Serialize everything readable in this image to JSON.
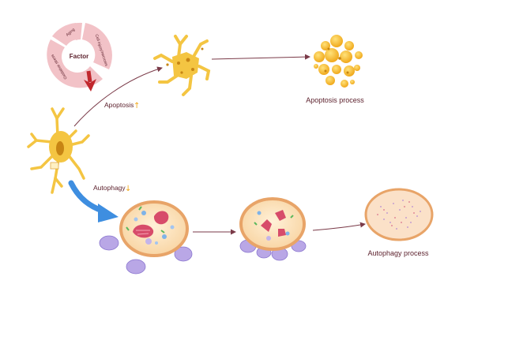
{
  "factor": {
    "center_label": "Factor",
    "segments": [
      "Aging",
      "Cell injury/necrosis",
      "Oxidative stress"
    ]
  },
  "pathways": {
    "apoptosis": {
      "label": "Apoptosis",
      "trend_arrow": "↑"
    },
    "autophagy": {
      "label": "Autophagy",
      "trend_arrow": "↓"
    }
  },
  "outcomes": {
    "apoptosis_process": "Apoptosis process",
    "autophagy_process": "Autophagy process"
  },
  "colors": {
    "factor_ring": "#f2c2c7",
    "factor_center": "#ffffff",
    "neuron": "#f4c542",
    "apoptotic_body": "#f6b81e",
    "cell_fill": "#fde2b6",
    "cell_rim": "#e8a468",
    "lysosome": "#b9a7e6",
    "red_arrow": "#c1272d",
    "blue_arrow": "#3e8ee0",
    "connector": "#7a3a48"
  }
}
